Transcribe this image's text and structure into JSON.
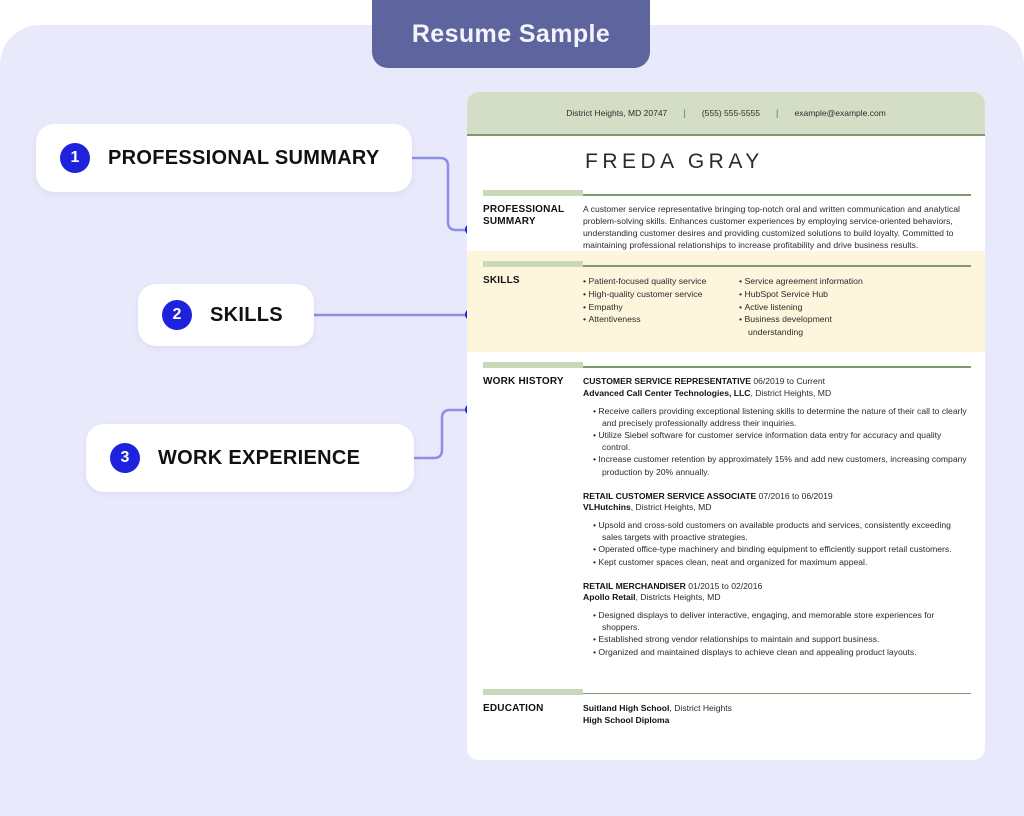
{
  "title_pill": {
    "label": "Resume Sample"
  },
  "callouts": [
    {
      "number": "1",
      "label": "PROFESSIONAL SUMMARY"
    },
    {
      "number": "2",
      "label": "SKILLS"
    },
    {
      "number": "3",
      "label": "WORK EXPERIENCE"
    }
  ],
  "resume": {
    "contact": {
      "location": "District Heights, MD 20747",
      "phone": "(555) 555-5555",
      "email": "example@example.com",
      "separator": "|"
    },
    "name": "FREDA GRAY",
    "summary": {
      "heading_line1": "PROFESSIONAL",
      "heading_line2": "SUMMARY",
      "text": "A customer service representative bringing top-notch oral and written communication and analytical problem-solving skills. Enhances customer experiences by employing service-oriented behaviors, understanding customer desires and providing customized solutions to build loyalty. Committed to maintaining professional relationships to increase profitability and drive business results."
    },
    "skills": {
      "heading": "SKILLS",
      "column1": [
        "Patient-focused quality service",
        "High-quality customer service",
        "Empathy",
        "Attentiveness"
      ],
      "column2": [
        "Service agreement information",
        "HubSpot Service Hub",
        "Active listening",
        "Business development understanding"
      ]
    },
    "work_history": {
      "heading": "WORK HISTORY",
      "jobs": [
        {
          "title": "CUSTOMER SERVICE REPRESENTATIVE",
          "dates": "06/2019 to Current",
          "company": "Advanced Call Center Technologies, LLC",
          "location": ", District Heights, MD",
          "bullets": [
            "Receive callers providing exceptional listening skills to determine the nature of their call to clearly and precisely professionally address their inquiries.",
            "Utilize Siebel software for customer service information data entry for accuracy and quality control.",
            "Increase customer retention by approximately 15% and add new customers, increasing company production by 20% annually."
          ]
        },
        {
          "title": "RETAIL CUSTOMER SERVICE ASSOCIATE",
          "dates": "07/2016 to 06/2019",
          "company": "VLHutchins",
          "location": ", District Heights, MD",
          "bullets": [
            "Upsold and cross-sold customers on available products and services, consistently exceeding sales targets with proactive strategies.",
            "Operated office-type machinery and binding equipment to efficiently support retail customers.",
            "Kept customer spaces clean, neat and organized for maximum appeal."
          ]
        },
        {
          "title": "RETAIL MERCHANDISER",
          "dates": "01/2015 to 02/2016",
          "company": "Apollo Retail",
          "location": ", Districts Heights, MD",
          "bullets": [
            "Designed displays to deliver interactive, engaging, and memorable store experiences for shoppers.",
            "Established strong vendor relationships to maintain and support business.",
            "Organized and maintained displays to achieve clean and appealing product layouts."
          ]
        }
      ]
    },
    "education": {
      "heading": "EDUCATION",
      "school": "Suitland High School",
      "school_location": ", District Heights",
      "degree": "High School Diploma"
    }
  },
  "colors": {
    "panel_background": "#e8e9fb",
    "title_pill": "#5d649e",
    "badge": "#1f22dd",
    "connector": "#8d8ee8",
    "resume_header_band": "#d4dec6",
    "section_rule": "#7e9a6a",
    "section_rule_thick": "#c9d8b8",
    "skills_band": "#fdf6dd"
  }
}
